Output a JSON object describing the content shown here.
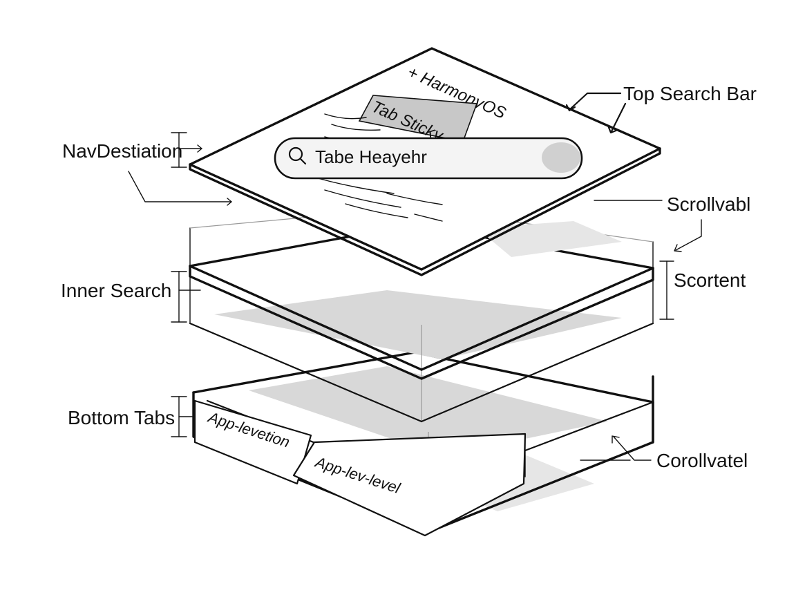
{
  "callouts": {
    "top_search_bar": "Top Search Bar",
    "nav_destination": "NavDestiation",
    "scrollable": "Scrollvabl",
    "inner_search": "Inner Search",
    "scroll_content": "Scortent",
    "bottom_tabs": "Bottom Tabs",
    "corollvatel": "Corollvatel"
  },
  "top_layer": {
    "title": "+ HarmonyOS",
    "sticky_tab": "Tab Sticky",
    "search_text": "Tabe Heayehr"
  },
  "bottom_layer": {
    "tab_1": "App-levetion",
    "tab_2": "App-lev-level"
  },
  "icons": {
    "search": "search-icon",
    "arrow": "arrow-icon"
  },
  "colors": {
    "ink": "#111111",
    "shade": "#d8d8d8",
    "search_field": "#f4f4f4"
  }
}
